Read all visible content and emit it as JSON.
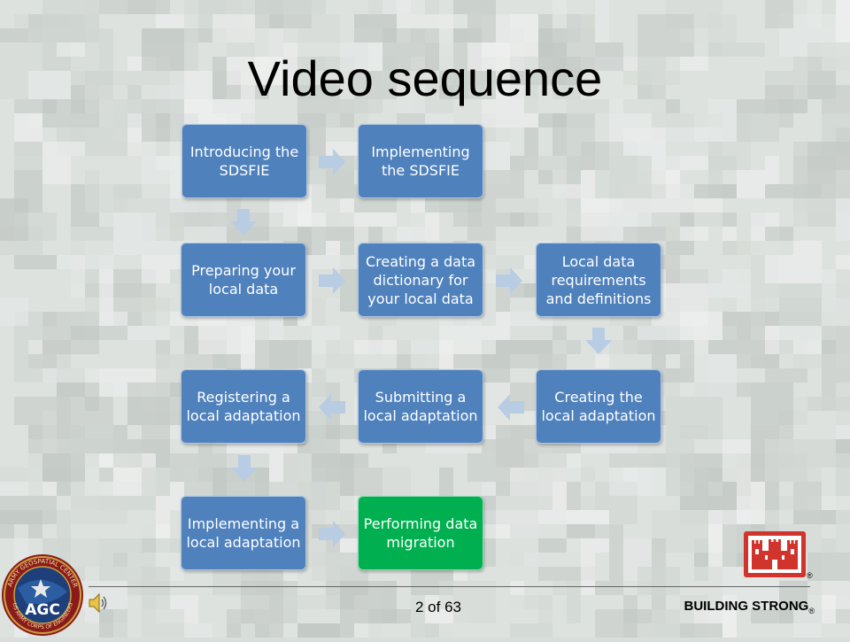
{
  "slide": {
    "title": "Video sequence",
    "page_number": "2 of 63",
    "footer_brand": "BUILDING STRONG",
    "registered_mark": "®"
  },
  "flow": {
    "steps": [
      {
        "label": "Introducing the SDSFIE"
      },
      {
        "label": "Implementing the SDSFIE"
      },
      {
        "label": "Preparing your local data"
      },
      {
        "label": "Creating a data dictionary for your local data"
      },
      {
        "label": "Local data requirements and definitions"
      },
      {
        "label": "Creating the local adaptation"
      },
      {
        "label": "Submitting a local adaptation"
      },
      {
        "label": "Registering a local adaptation"
      },
      {
        "label": "Implementing a local adaptation"
      },
      {
        "label": "Performing data migration"
      }
    ]
  },
  "logos": {
    "seal_text": "AGC",
    "seal_ring_text": "ARMY GEOSPATIAL CENTER · US ARMY CORPS OF ENGINEERS"
  },
  "icons": [
    "speaker-icon",
    "castle-logo-icon",
    "agc-seal-icon",
    "arrow-right-icon",
    "arrow-down-icon",
    "arrow-left-icon"
  ],
  "colors": {
    "box_blue": "#4f81bd",
    "box_green": "#00b050",
    "arrow": "#b8cce4",
    "castle_red": "#d0342c"
  }
}
